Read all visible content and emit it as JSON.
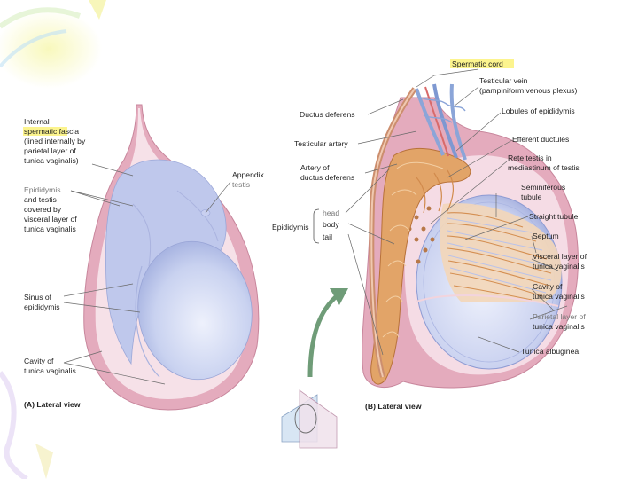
{
  "panel_a": {
    "caption": "(A) Lateral view",
    "labels": {
      "internal_fascia_1": "Internal",
      "internal_fascia_2": "spermatic fascia",
      "internal_fascia_3": "(lined internally by",
      "internal_fascia_4": "parietal layer of",
      "internal_fascia_5": "tunica vaginalis)",
      "epididymis_1": "Epididymis",
      "epididymis_2": "and testis",
      "epididymis_3": "covered by",
      "epididymis_4": "visceral layer of",
      "epididymis_5": "tunica vaginalis",
      "appendix_1": "Appendix",
      "appendix_2": "testis",
      "sinus_1": "Sinus of",
      "sinus_2": "epididymis",
      "cavity_1": "Cavity of",
      "cavity_2": "tunica vaginalis"
    }
  },
  "panel_b": {
    "caption": "(B) Lateral view",
    "labels": {
      "spermatic_cord": "Spermatic cord",
      "testicular_vein_1": "Testicular vein",
      "testicular_vein_2": "(pampiniform venous plexus)",
      "ductus_deferens": "Ductus deferens",
      "lobules": "Lobules of epididymis",
      "testicular_artery": "Testicular artery",
      "efferent": "Efferent ductules",
      "artery_ductus_1": "Artery of",
      "artery_ductus_2": "ductus deferens",
      "rete_1": "Rete testis in",
      "rete_2": "mediastinum of testis",
      "seminiferous_1": "Seminiferous",
      "seminiferous_2": "tubule",
      "epididymis": "Epididymis",
      "head": "head",
      "body": "body",
      "tail": "tail",
      "straight": "Straight tubule",
      "septum": "Septum",
      "visceral_1": "Visceral layer of",
      "visceral_2": "tunica vaginalis",
      "cavity_1": "Cavity of",
      "cavity_2": "tunica vaginalis",
      "parietal_1": "Parietal layer of",
      "parietal_2": "tunica vaginalis",
      "albuginea": "Tunica albuginea"
    }
  },
  "colors": {
    "outer_pink": "#e6b2c3",
    "inner_pink": "#f4dbe3",
    "testis_blue": "#c6cfee",
    "testis_light": "#e4e8fa",
    "epididymis_orange": "#dc9a5a",
    "tubule_orange": "#e9b47c",
    "arrow_green": "#6f9c78",
    "highlight_yellow": "#fbf27a"
  }
}
